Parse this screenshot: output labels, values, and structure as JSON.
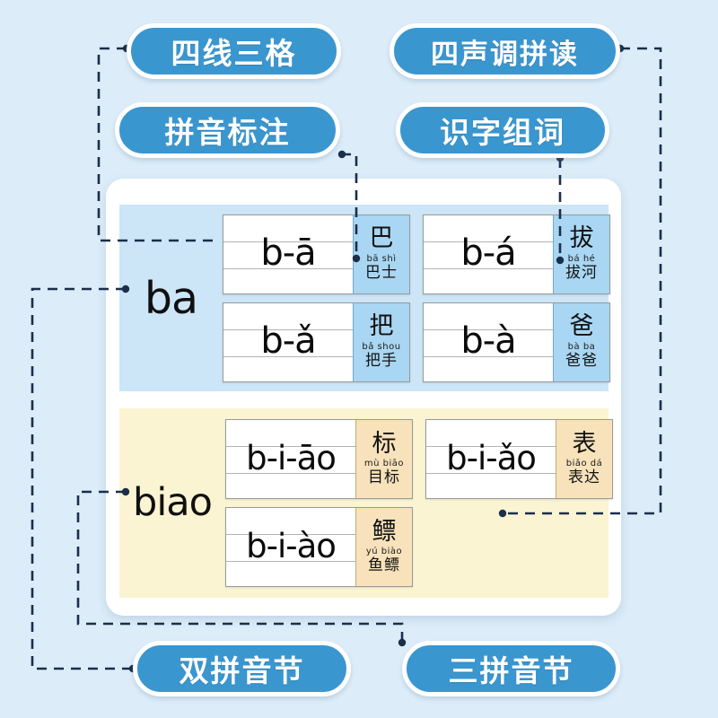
{
  "palette": {
    "page_bg": "#dcecf8",
    "pill_blue": "#3a96cf",
    "panel_blue": "#cce5f7",
    "panel_yellow": "#fbf4d2",
    "cell_blue": "#a9d6f2",
    "cell_tan": "#f7e2bb",
    "wire": "#1b2e4a",
    "card_white": "#ffffff"
  },
  "labels": {
    "top_left": "四线三格",
    "top_right": "四声调拼读",
    "mid_left": "拼音标注",
    "mid_right": "识字组词",
    "bottom_left": "双拼音节",
    "bottom_right": "三拼音节"
  },
  "sections": [
    {
      "id": "ba",
      "syllable": "ba",
      "theme": "blue",
      "rows": [
        [
          {
            "spell": "b-ā",
            "char": "巴",
            "pinyin": "bā shì",
            "word": "巴士"
          },
          {
            "spell": "b-á",
            "char": "拔",
            "pinyin": "bá hé",
            "word": "拔河"
          }
        ],
        [
          {
            "spell": "b-ǎ",
            "char": "把",
            "pinyin": "bǎ shou",
            "word": "把手"
          },
          {
            "spell": "b-à",
            "char": "爸",
            "pinyin": "bà ba",
            "word": "爸爸"
          }
        ]
      ]
    },
    {
      "id": "biao",
      "syllable": "biao",
      "theme": "yellow",
      "rows": [
        [
          {
            "spell": "b-i-āo",
            "char": "标",
            "pinyin": "mù biāo",
            "word": "目标"
          },
          {
            "spell": "b-i-ǎo",
            "char": "表",
            "pinyin": "biǎo dá",
            "word": "表达"
          }
        ],
        [
          {
            "spell": "b-i-ào",
            "char": "鳔",
            "pinyin": "yú biào",
            "word": "鱼鳔"
          }
        ]
      ]
    }
  ],
  "connectors": [
    {
      "name": "four-line-grid",
      "from": "top_left",
      "to": "ba-row1-grid"
    },
    {
      "name": "four-tone-reading",
      "from": "top_right",
      "to": "ba-row2-card2"
    },
    {
      "name": "pinyin-annotation",
      "from": "mid_left",
      "to": "ba-row1-cell1-pinyin"
    },
    {
      "name": "character-word",
      "from": "mid_right",
      "to": "ba-row1-cell2"
    },
    {
      "name": "two-part-syllable",
      "from": "syllable-ba",
      "to": "bottom_left"
    },
    {
      "name": "three-part-syllable",
      "from": "syllable-biao",
      "to": "bottom_right"
    }
  ]
}
